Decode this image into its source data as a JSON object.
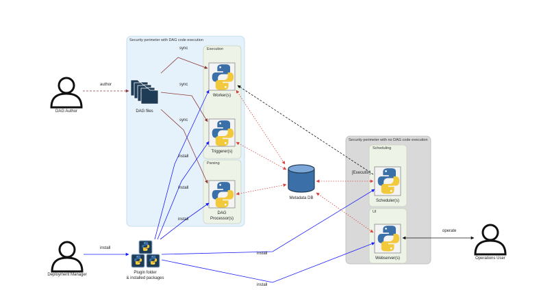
{
  "zones": {
    "secure_dag": "Security perimeter with DAG code execution",
    "secure_no_dag": "Security perimeter with no DAG code execution",
    "execution": "Execution",
    "parsing": "Parsing",
    "scheduling": "Scheduling",
    "ui": "UI"
  },
  "actors": {
    "dag_author": "DAG Author",
    "deployment_manager": "Deployment Manager",
    "operations_user": "Operations User"
  },
  "nodes": {
    "dag_files": "DAG files",
    "workers": "Worker(s)",
    "triggerer": "Triggerer(s)",
    "dag_processor_line1": "DAG",
    "dag_processor_line2": "Processor(s)",
    "metadata_db": "Metadata DB",
    "scheduler": "Scheduler(s)",
    "webserver": "Webserver(s)",
    "plugin_line1": "Plugin folder",
    "plugin_line2": "& installed packages"
  },
  "edges": {
    "author": "author",
    "sync1": "sync",
    "sync2": "sync",
    "sync3": "sync",
    "install_left": "install",
    "install1": "install",
    "install2": "install",
    "install3": "install",
    "install4": "install",
    "install5": "install",
    "executor": "[Executor]",
    "operate": "operate"
  },
  "colors": {
    "perimeter_blue": "#e6f2fb",
    "perimeter_gray": "#d9d9d9",
    "inner_box": "#eef3e8",
    "install_line": "#1a1aff",
    "sync_line": "#8b3a3a",
    "db_line": "#d94040"
  },
  "icons": [
    "person-icon",
    "folder-stack-icon",
    "python-logo-icon",
    "database-icon",
    "package-icon"
  ]
}
